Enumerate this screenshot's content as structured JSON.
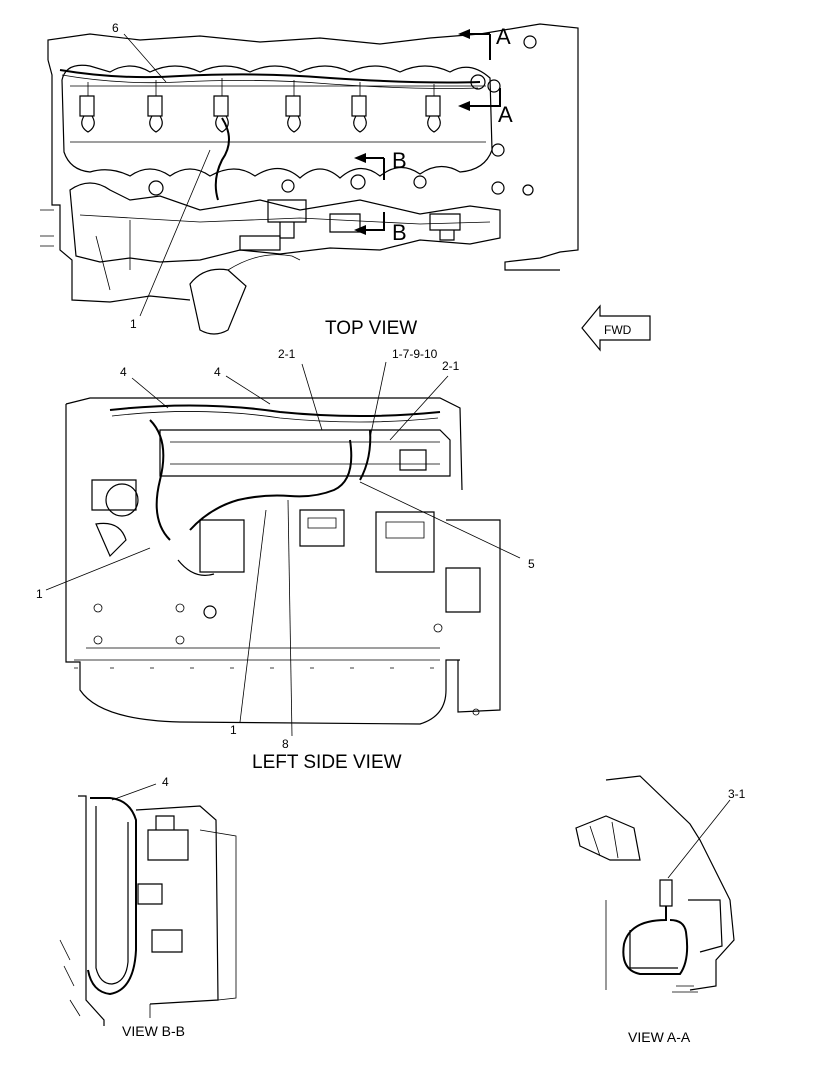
{
  "views": {
    "top": "TOP VIEW",
    "left": "LEFT SIDE VIEW",
    "bb": "VIEW B-B",
    "aa": "VIEW A-A"
  },
  "fwd": "FWD",
  "section_letters": {
    "a": "A",
    "b": "B"
  },
  "callouts": {
    "top_6": "6",
    "top_1": "1",
    "left_4a": "4",
    "left_4b": "4",
    "left_21a": "2-1",
    "left_17910": "1-7-9-10",
    "left_21b": "2-1",
    "left_5": "5",
    "left_1a": "1",
    "left_1b": "1",
    "left_8": "8",
    "bb_4": "4",
    "aa_31": "3-1"
  }
}
